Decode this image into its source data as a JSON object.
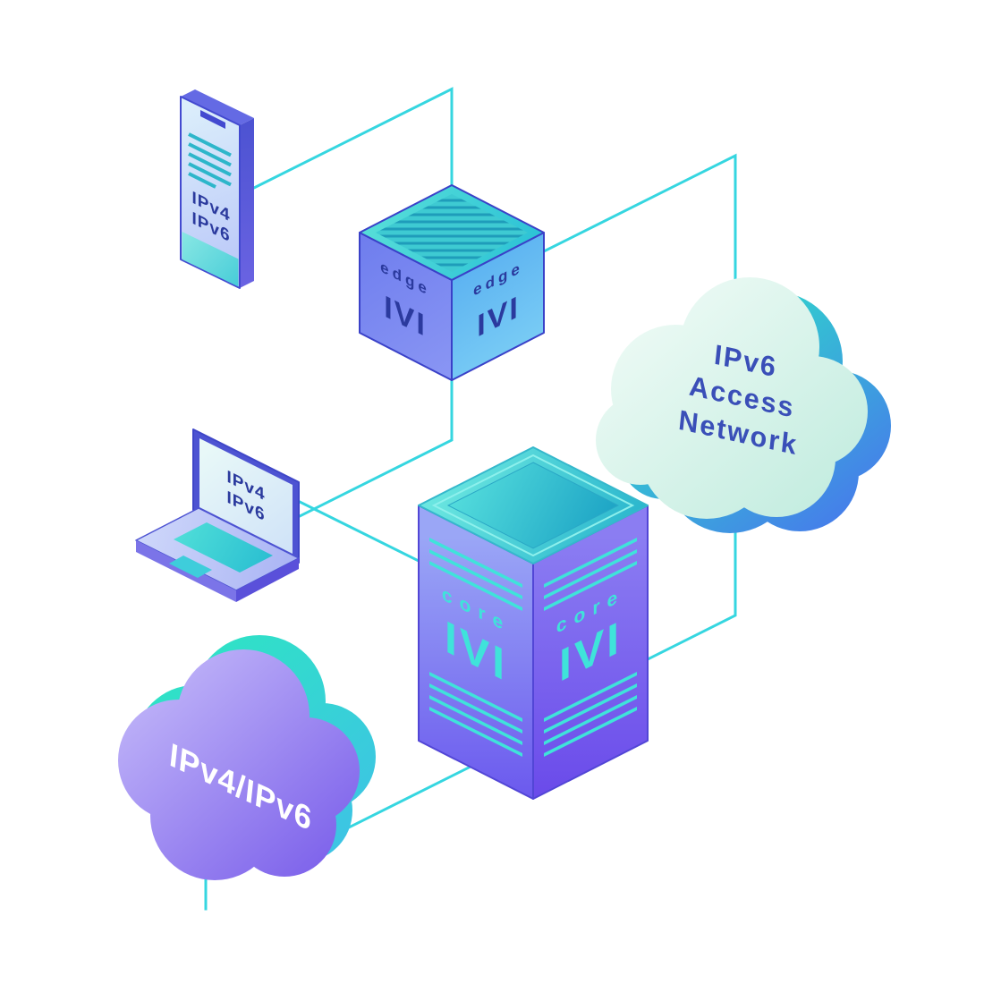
{
  "diagram": {
    "colors": {
      "connector": "#35d6e0",
      "device_text": "#2b3a9e",
      "core_text": "#3fe3da",
      "access_cloud_text": "#3a4fb8",
      "dual_cloud_text": "#ffffff"
    },
    "phone": {
      "label_line1": "IPv4",
      "label_line2": "IPv6"
    },
    "laptop": {
      "label_line1": "IPv4",
      "label_line2": "IPv6"
    },
    "edge_router": {
      "role_left": "edge",
      "logo_left": "IVI",
      "role_right": "edge",
      "logo_right": "IVI"
    },
    "core_router": {
      "role_left": "core",
      "logo_left": "IVI",
      "role_right": "core",
      "logo_right": "IVI"
    },
    "access_cloud": {
      "line1": "IPv6",
      "line2": "Access",
      "line3": "Network"
    },
    "dual_cloud": {
      "label": "IPv4/IPv6"
    }
  }
}
